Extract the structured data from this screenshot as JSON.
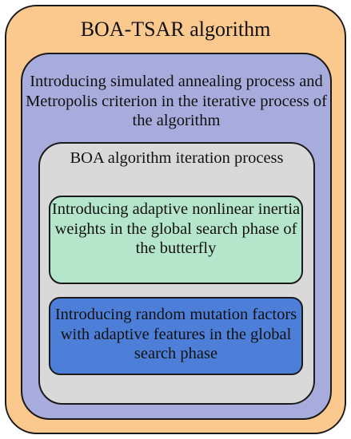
{
  "diagram": {
    "outer": {
      "title": "BOA-TSAR algorithm",
      "color": "#fbc98e"
    },
    "simulated_annealing": {
      "text": "Introducing simulated annealing process and Metropolis criterion in the iterative process of the algorithm",
      "color": "#a8acdc"
    },
    "boa_iteration": {
      "text": "BOA algorithm iteration process",
      "color": "#d9d9d9"
    },
    "inertia_weights": {
      "text": "Introducing adaptive nonlinear inertia weights in the global search phase of the butterfly",
      "color": "#b5e6cc"
    },
    "mutation_factors": {
      "text": "Introducing random mutation factors with adaptive features in the global search phase",
      "color": "#4d7fd9"
    }
  }
}
